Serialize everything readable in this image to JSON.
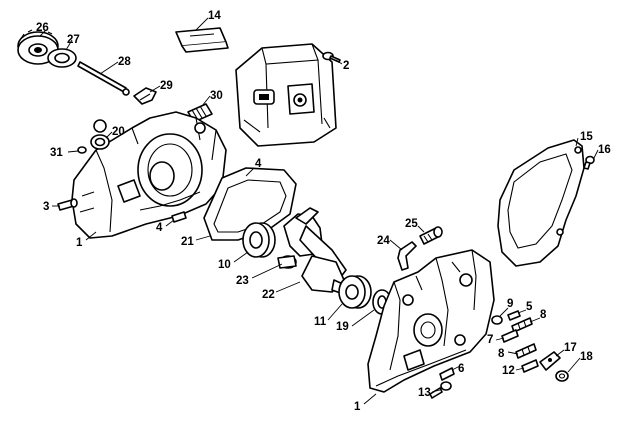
{
  "callouts": {
    "c1a": "1",
    "c1b": "1",
    "c2": "2",
    "c3": "3",
    "c4a": "4",
    "c4b": "4",
    "c5": "5",
    "c6": "6",
    "c7": "7",
    "c8a": "8",
    "c8b": "8",
    "c9": "9",
    "c10": "10",
    "c11": "11",
    "c12": "12",
    "c13": "13",
    "c14": "14",
    "c15": "15",
    "c16": "16",
    "c17": "17",
    "c18": "18",
    "c19": "19",
    "c20": "20",
    "c21": "21",
    "c22": "22",
    "c23": "23",
    "c24": "24",
    "c25": "25",
    "c26": "26",
    "c27": "27",
    "c28": "28",
    "c29": "29",
    "c30": "30",
    "c31": "31"
  }
}
